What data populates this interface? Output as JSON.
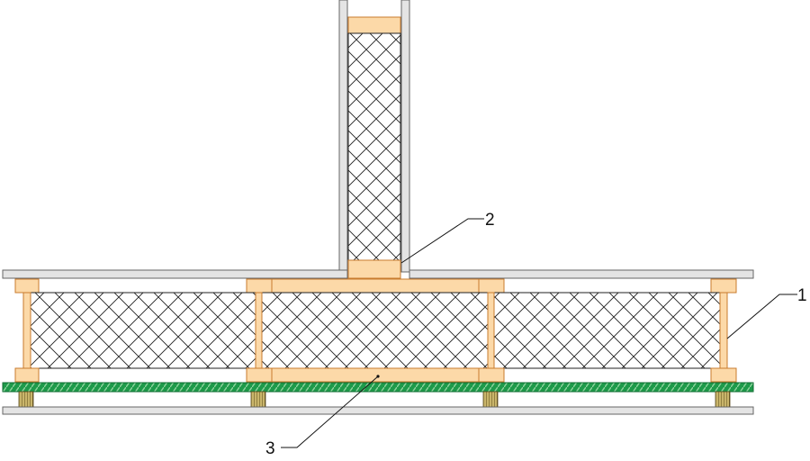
{
  "colors": {
    "timber": "#FCD9A8",
    "timber_stroke": "#C87B2E",
    "insulation_line": "#222222",
    "board_fill": "#E4E4E4",
    "board_stroke": "#666666",
    "screed_fill": "#1E9A4A",
    "screed_stripe": "#8FD39E",
    "leader": "#111111"
  },
  "callouts": [
    {
      "id": "1",
      "label": "1"
    },
    {
      "id": "2",
      "label": "2"
    },
    {
      "id": "3",
      "label": "3"
    }
  ],
  "icons": {
    "insulation": "crosshatch-pattern",
    "battens": "hatched-block"
  }
}
